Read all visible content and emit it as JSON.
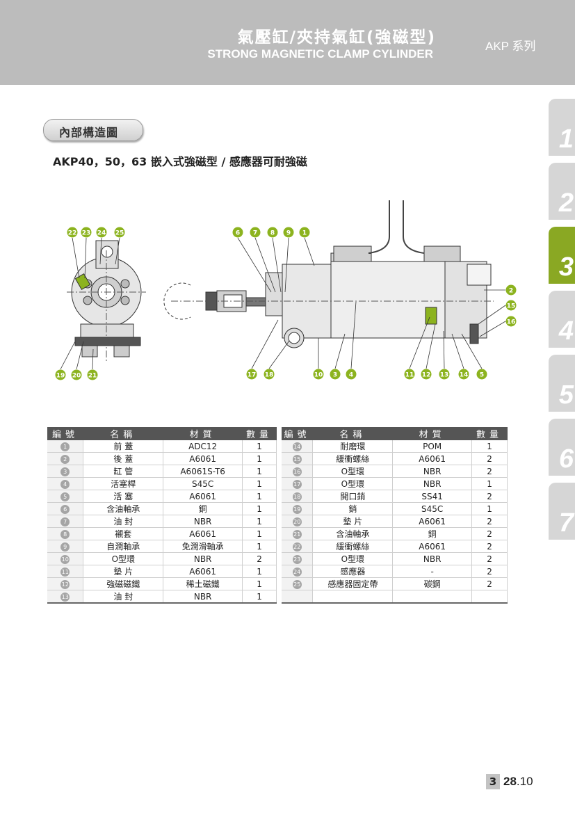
{
  "header": {
    "title_cn": "氣壓缸/夾持氣缸(強磁型)",
    "title_en": "STRONG MAGNETIC CLAMP CYLINDER",
    "series": "AKP 系列"
  },
  "tabs": [
    {
      "label": "1"
    },
    {
      "label": "2"
    },
    {
      "label": "3",
      "active": true
    },
    {
      "label": "4"
    },
    {
      "label": "5"
    },
    {
      "label": "6"
    },
    {
      "label": "7"
    }
  ],
  "section": {
    "pill": "內部構造圖",
    "subtitle": "AKP40，50，63 嵌入式強磁型 / 感應器可耐強磁"
  },
  "drawing": {
    "callouts_left_top": [
      "22",
      "23",
      "24",
      "25"
    ],
    "callouts_left_bottom": [
      "19",
      "20",
      "21"
    ],
    "callouts_main_top": [
      "6",
      "7",
      "8",
      "9",
      "1"
    ],
    "callouts_main_right": [
      "2",
      "15",
      "16"
    ],
    "callouts_main_bottom": [
      "17",
      "18",
      "10",
      "3",
      "4",
      "11",
      "12",
      "13",
      "14",
      "5"
    ],
    "accent_color": "#8cb31f"
  },
  "table": {
    "headers": [
      "編號",
      "名稱",
      "材質",
      "數量"
    ],
    "left_rows": [
      {
        "no": "1",
        "name": "前 蓋",
        "material": "ADC12",
        "qty": "1"
      },
      {
        "no": "2",
        "name": "後 蓋",
        "material": "A6061",
        "qty": "1"
      },
      {
        "no": "3",
        "name": "缸 管",
        "material": "A6061S-T6",
        "qty": "1"
      },
      {
        "no": "4",
        "name": "活塞桿",
        "material": "S45C",
        "qty": "1"
      },
      {
        "no": "5",
        "name": "活 塞",
        "material": "A6061",
        "qty": "1"
      },
      {
        "no": "6",
        "name": "含油軸承",
        "material": "銅",
        "qty": "1"
      },
      {
        "no": "7",
        "name": "油 封",
        "material": "NBR",
        "qty": "1"
      },
      {
        "no": "8",
        "name": "襯套",
        "material": "A6061",
        "qty": "1"
      },
      {
        "no": "9",
        "name": "自潤軸承",
        "material": "免潤滑軸承",
        "qty": "1"
      },
      {
        "no": "10",
        "name": "O型環",
        "material": "NBR",
        "qty": "2"
      },
      {
        "no": "11",
        "name": "墊 片",
        "material": "A6061",
        "qty": "1"
      },
      {
        "no": "12",
        "name": "強磁磁鐵",
        "material": "稀土磁鐵",
        "qty": "1"
      },
      {
        "no": "13",
        "name": "油 封",
        "material": "NBR",
        "qty": "1"
      }
    ],
    "right_rows": [
      {
        "no": "14",
        "name": "耐磨環",
        "material": "POM",
        "qty": "1"
      },
      {
        "no": "15",
        "name": "緩衝螺絲",
        "material": "A6061",
        "qty": "2"
      },
      {
        "no": "16",
        "name": "O型環",
        "material": "NBR",
        "qty": "2"
      },
      {
        "no": "17",
        "name": "O型環",
        "material": "NBR",
        "qty": "1"
      },
      {
        "no": "18",
        "name": "開口銷",
        "material": "SS41",
        "qty": "2"
      },
      {
        "no": "19",
        "name": "銷",
        "material": "S45C",
        "qty": "1"
      },
      {
        "no": "20",
        "name": "墊 片",
        "material": "A6061",
        "qty": "2"
      },
      {
        "no": "21",
        "name": "含油軸承",
        "material": "銅",
        "qty": "2"
      },
      {
        "no": "22",
        "name": "緩衝螺絲",
        "material": "A6061",
        "qty": "2"
      },
      {
        "no": "23",
        "name": "O型環",
        "material": "NBR",
        "qty": "2"
      },
      {
        "no": "24",
        "name": "感應器",
        "material": "-",
        "qty": "2"
      },
      {
        "no": "25",
        "name": "感應器固定帶",
        "material": "碳鋼",
        "qty": "2"
      },
      {
        "no": "",
        "name": "",
        "material": "",
        "qty": ""
      }
    ]
  },
  "footer": {
    "chapter": "3",
    "page_main": "28",
    "page_sub": ".10"
  }
}
